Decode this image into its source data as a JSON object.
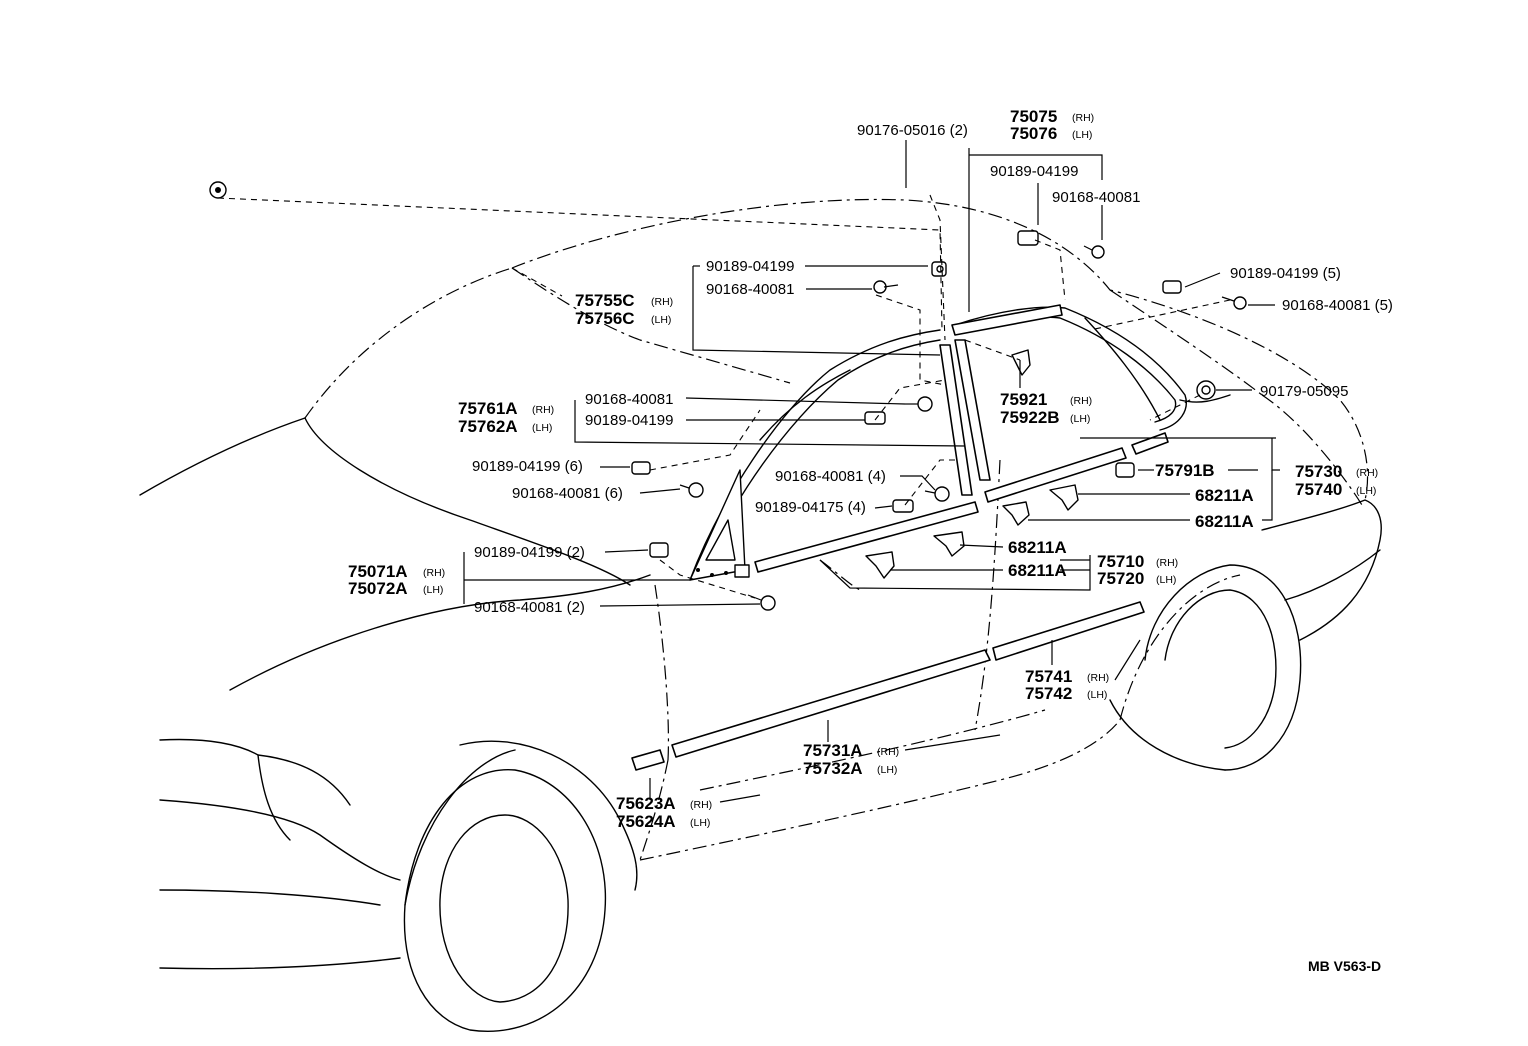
{
  "diagram": {
    "reference_code": "MB  V563-D",
    "callouts": [
      {
        "id": "c-90176-05016",
        "text": "90176-05016 (2)"
      },
      {
        "id": "c-75075",
        "text": "75075",
        "side": "(RH)"
      },
      {
        "id": "c-75076",
        "text": "75076",
        "side": "(LH)"
      },
      {
        "id": "c-90189-04199-top",
        "text": "90189-04199"
      },
      {
        "id": "c-90168-40081-top",
        "text": "90168-40081"
      },
      {
        "id": "c-90189-04199-5",
        "text": "90189-04199 (5)"
      },
      {
        "id": "c-90168-40081-5",
        "text": "90168-40081 (5)"
      },
      {
        "id": "c-90189-04199-a",
        "text": "90189-04199"
      },
      {
        "id": "c-90168-40081-a",
        "text": "90168-40081"
      },
      {
        "id": "c-75755C",
        "text": "75755C",
        "side": "(RH)"
      },
      {
        "id": "c-75756C",
        "text": "75756C",
        "side": "(LH)"
      },
      {
        "id": "c-75921",
        "text": "75921",
        "side": "(RH)"
      },
      {
        "id": "c-75922B",
        "text": "75922B",
        "side": "(LH)"
      },
      {
        "id": "c-90179-05095",
        "text": "90179-05095"
      },
      {
        "id": "c-90168-40081-b",
        "text": "90168-40081"
      },
      {
        "id": "c-90189-04199-b",
        "text": "90189-04199"
      },
      {
        "id": "c-75761A",
        "text": "75761A",
        "side": "(RH)"
      },
      {
        "id": "c-75762A",
        "text": "75762A",
        "side": "(LH)"
      },
      {
        "id": "c-90189-04199-6",
        "text": "90189-04199 (6)"
      },
      {
        "id": "c-90168-40081-6",
        "text": "90168-40081 (6)"
      },
      {
        "id": "c-90168-40081-4",
        "text": "90168-40081 (4)"
      },
      {
        "id": "c-90189-04175-4",
        "text": "90189-04175 (4)"
      },
      {
        "id": "c-75791B",
        "text": "75791B"
      },
      {
        "id": "c-75730",
        "text": "75730",
        "side": "(RH)"
      },
      {
        "id": "c-75740",
        "text": "75740",
        "side": "(LH)"
      },
      {
        "id": "c-68211A-1",
        "text": "68211A"
      },
      {
        "id": "c-68211A-2",
        "text": "68211A"
      },
      {
        "id": "c-68211A-3",
        "text": "68211A"
      },
      {
        "id": "c-68211A-4",
        "text": "68211A"
      },
      {
        "id": "c-75710",
        "text": "75710",
        "side": "(RH)"
      },
      {
        "id": "c-75720",
        "text": "75720",
        "side": "(LH)"
      },
      {
        "id": "c-90189-04199-2",
        "text": "90189-04199 (2)"
      },
      {
        "id": "c-75071A",
        "text": "75071A",
        "side": "(RH)"
      },
      {
        "id": "c-75072A",
        "text": "75072A",
        "side": "(LH)"
      },
      {
        "id": "c-90168-40081-2",
        "text": "90168-40081 (2)"
      },
      {
        "id": "c-75741",
        "text": "75741",
        "side": "(RH)"
      },
      {
        "id": "c-75742",
        "text": "75742",
        "side": "(LH)"
      },
      {
        "id": "c-75731A",
        "text": "75731A",
        "side": "(RH)"
      },
      {
        "id": "c-75732A",
        "text": "75732A",
        "side": "(LH)"
      },
      {
        "id": "c-75623A",
        "text": "75623A",
        "side": "(RH)"
      },
      {
        "id": "c-75624A",
        "text": "75624A",
        "side": "(LH)"
      }
    ]
  }
}
